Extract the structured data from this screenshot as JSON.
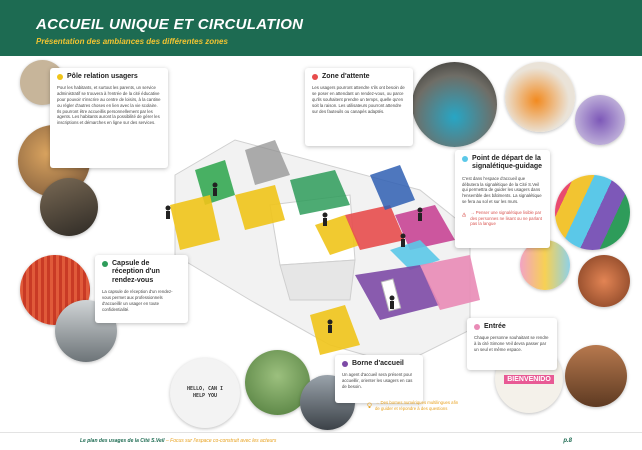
{
  "header": {
    "title": "ACCUEIL UNIQUE ET CIRCULATION",
    "subtitle": "Présentation des ambiances des différentes zones"
  },
  "zones": {
    "pole": {
      "title": "Pôle relation usagers",
      "color": "#f0c419",
      "text": "Pour les habitants, et surtout les parents, un service administratif se trouvera à l'entrée de la cité éducative pour pouvoir s'inscrire au centre de loisirs, à la cantine ou régler d'autres choses en lien avec la vie scolaire. Ils pourront être accueillis personnellement par les agents. Les habitants auront la possibilité de gérer les inscriptions et démarches en ligne sur des services."
    },
    "attente": {
      "title": "Zone d'attente",
      "color": "#e74c4c",
      "text": "Les usagers pourront attendre s'ils ont besoin de se poser en attendant un rendez-vous, ou parce qu'ils souhaitent prendre un temps, quelle qu'en soit la raison. Les utilisateurs pourront attendre sur des fauteuils ou canapés adaptés."
    },
    "signaletique": {
      "title": "Point de départ de la signalétique-guidage",
      "color": "#5bc8e8",
      "text": "C'est dans l'espace d'accueil que débutera la signalétique de la Cité S.Veil qui permettra de guider les usagers dans l'ensemble des bâtiments. La signalétique se fera au sol et sur les murs.",
      "warning": "→ Penser une signalétique lisible par des personnes ne lisant ou ne parlant pas la langue"
    },
    "capsule": {
      "title": "Capsule de réception d'un rendez-vous",
      "color": "#2e9c5a",
      "text": "La capsule de réception d'un rendez-vous permet aux professionnels d'accueillir un usager en toute confidentialité."
    },
    "entree": {
      "title": "Entrée",
      "color": "#e98bb6",
      "text": "Chaque personne souhaitant se rendre à la cité Simone Veil devra passer par un seul et même espace."
    },
    "borne": {
      "title": "Borne d'accueil",
      "color": "#7d4aa6",
      "text": "Un agent d'accueil sera présent pour accueillir, orienter les usagers en cas de besoin.",
      "tip": "→ Des bornes numériques multilingues afin de guider et répondre à des questions"
    }
  },
  "photo_sign": "HELLO, CAN I HELP YOU",
  "photo_welcome": "BIENVENIDO",
  "footer": {
    "left": "Le plan des usages de la Cité S.Veil",
    "note": " – Focus sur l'espace co-construit avec les acteurs",
    "page": "p.8"
  }
}
